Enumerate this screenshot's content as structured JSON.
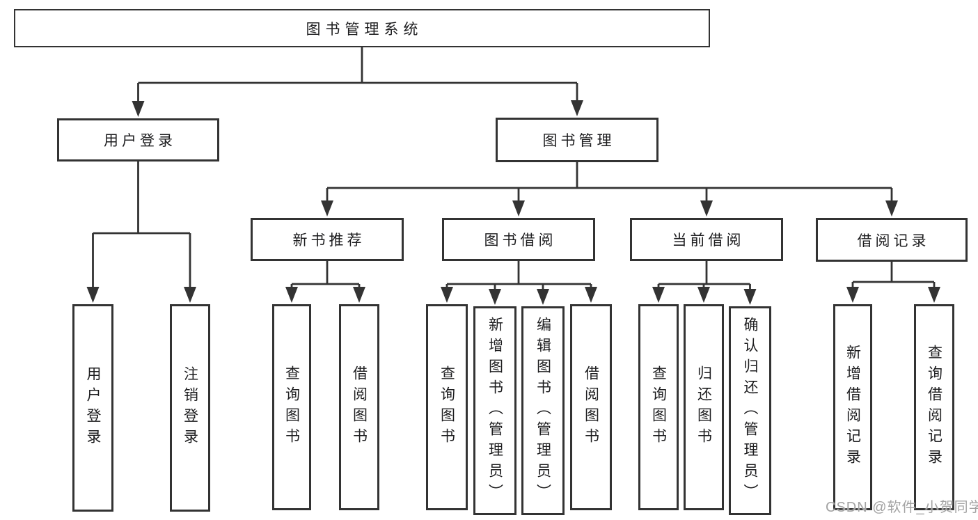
{
  "diagram": {
    "title": "图书管理系统",
    "watermark": "CSDN @软件_小贺同学",
    "colors": {
      "line": "#333333",
      "box_border": "#333333",
      "text": "#1d1d1f",
      "watermark": "#a3a3a3",
      "background": "#ffffff"
    },
    "tree": {
      "label": "图书管理系统",
      "children": [
        {
          "label": "用户登录",
          "children": [
            {
              "label": "用户登录"
            },
            {
              "label": "注销登录"
            }
          ]
        },
        {
          "label": "图书管理",
          "children": [
            {
              "label": "新书推荐",
              "children": [
                {
                  "label": "查询图书"
                },
                {
                  "label": "借阅图书"
                }
              ]
            },
            {
              "label": "图书借阅",
              "children": [
                {
                  "label": "查询图书"
                },
                {
                  "label": "新增图书（管理员）"
                },
                {
                  "label": "编辑图书（管理员）"
                },
                {
                  "label": "借阅图书"
                }
              ]
            },
            {
              "label": "当前借阅",
              "children": [
                {
                  "label": "查询图书"
                },
                {
                  "label": "归还图书"
                },
                {
                  "label": "确认归还（管理员）"
                }
              ]
            },
            {
              "label": "借阅记录",
              "children": [
                {
                  "label": "新增借阅记录"
                },
                {
                  "label": "查询借阅记录"
                }
              ]
            }
          ]
        }
      ]
    }
  }
}
